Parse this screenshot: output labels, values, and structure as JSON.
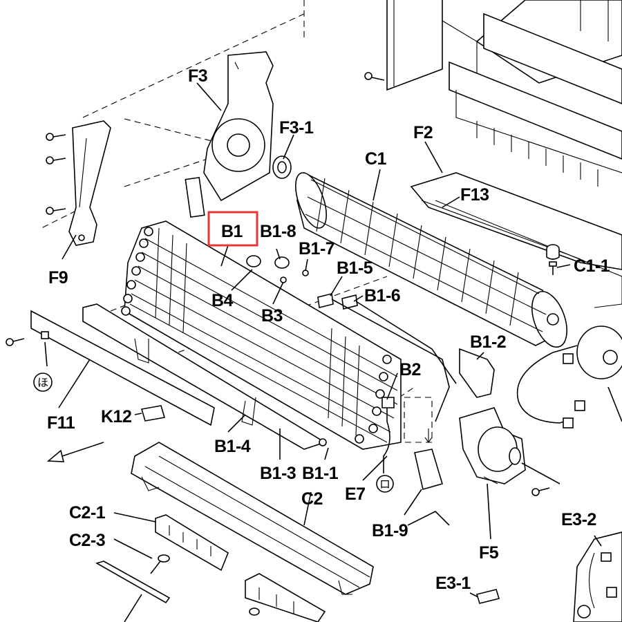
{
  "highlight": {
    "target": "B1",
    "color": "#e53935"
  },
  "labels": {
    "F3": "F3",
    "F3_1": "F3-1",
    "F2": "F2",
    "C1": "C1",
    "F13": "F13",
    "B1": "B1",
    "B1_8": "B1-8",
    "B1_7": "B1-7",
    "B1_5": "B1-5",
    "B1_6": "B1-6",
    "C1_1": "C1-1",
    "F9": "F9",
    "B4": "B4",
    "B3": "B3",
    "B1_2": "B1-2",
    "B2": "B2",
    "F11": "F11",
    "K12": "K12",
    "B1_4": "B1-4",
    "B1_3": "B1-3",
    "B1_1": "B1-1",
    "E7": "E7",
    "C2": "C2",
    "C2_1": "C2-1",
    "C2_3": "C2-3",
    "B1_9": "B1-9",
    "F5": "F5",
    "E3_1": "E3-1",
    "E3_2": "E3-2"
  },
  "marks": {
    "ho": "ほ",
    "ro": "ロ"
  },
  "icons": [
    "screw-icon",
    "arrow-icon",
    "fan-motor-icon",
    "circle-mark-icon"
  ]
}
